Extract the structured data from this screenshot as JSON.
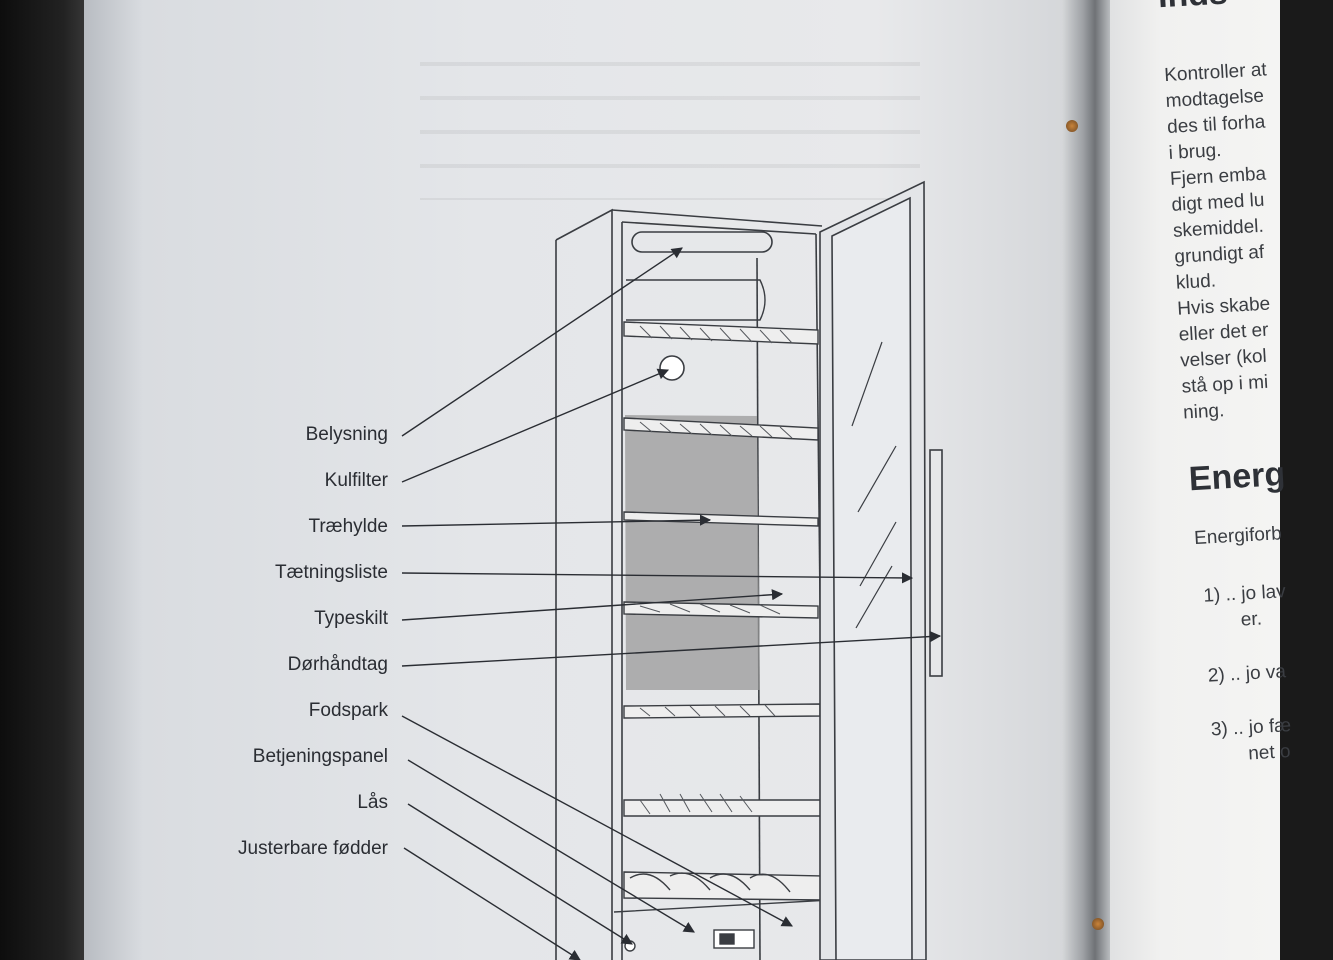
{
  "left_page": {
    "labels": [
      "Belysning",
      "Kulfilter",
      "Træhylde",
      "Tætningsliste",
      "Typeskilt",
      "Dørhåndtag",
      "Fodspark",
      "Betjeningspanel",
      "Lås",
      "Justerbare fødder"
    ]
  },
  "right_page": {
    "top_heading": "Inds",
    "lines": [
      "Kontroller at",
      "modtagelse",
      "des til forha",
      "i brug.",
      "Fjern emba",
      "digt med lu",
      "skemiddel.",
      "grundigt af",
      "klud.",
      "Hvis skabe",
      "eller det er",
      "velser (kol",
      "stå op i mi",
      "ning."
    ],
    "heading": "Energ",
    "intro": "Energiforb",
    "items": [
      {
        "num": "1) .. jo lav",
        "cont": "er."
      },
      {
        "num": "2) .. jo va",
        "cont": ""
      },
      {
        "num": "3) .. jo fæ",
        "cont": "net o"
      }
    ]
  }
}
